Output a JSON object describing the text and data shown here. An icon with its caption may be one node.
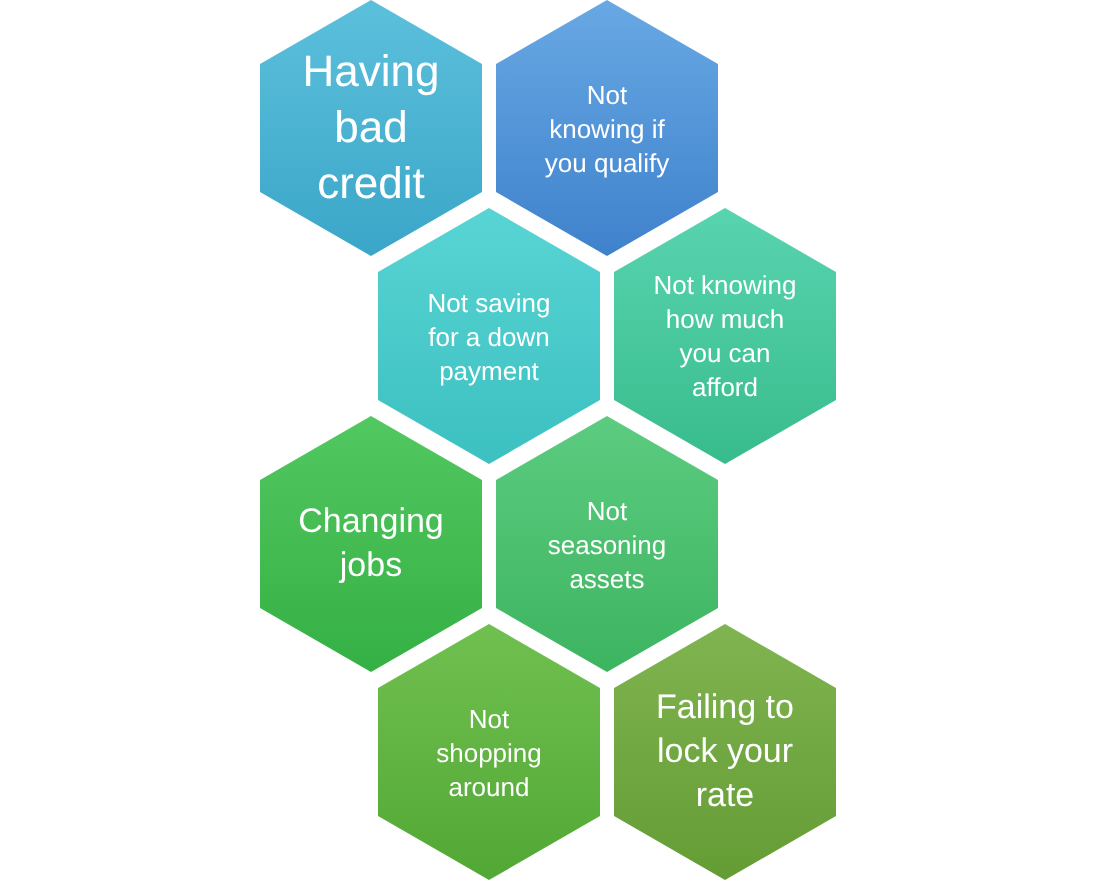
{
  "diagram": {
    "nodes": [
      {
        "text": [
          "Having bad credit"
        ]
      },
      {
        "text": [
          "Not knowing if you qualify"
        ]
      },
      {
        "text": [
          "Not saving for a down payment"
        ]
      },
      {
        "text": [
          "Not knowing how much you can afford"
        ]
      },
      {
        "text": [
          "Changing jobs"
        ]
      },
      {
        "text": [
          "Not seasoning assets"
        ]
      },
      {
        "text": [
          "Not shopping around"
        ]
      },
      {
        "text": [
          "Failing to lock your rate"
        ]
      }
    ]
  }
}
